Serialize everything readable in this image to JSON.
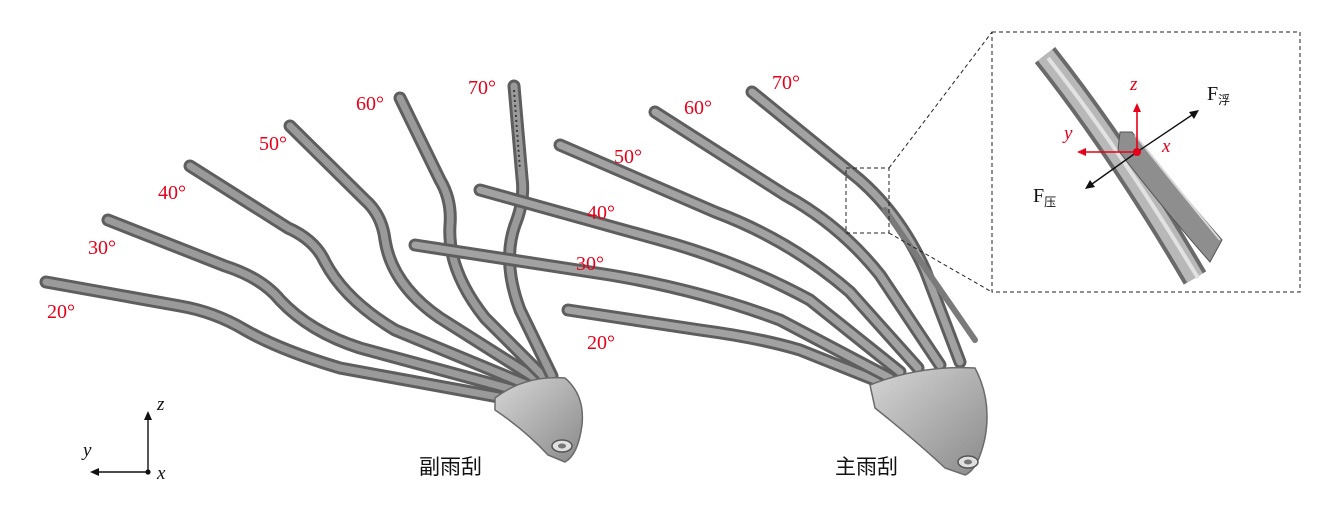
{
  "secondary_wiper": {
    "label": "副雨刮",
    "angles": [
      "20°",
      "30°",
      "40°",
      "50°",
      "60°",
      "70°"
    ]
  },
  "main_wiper": {
    "label": "主雨刮",
    "angles": [
      "20°",
      "30°",
      "40°",
      "50°",
      "60°",
      "70°"
    ]
  },
  "global_axes": {
    "z": "z",
    "y": "y",
    "x": "x"
  },
  "inset": {
    "axis_z": "z",
    "axis_y": "y",
    "axis_x": "x",
    "force_up": "F",
    "force_up_sub": "浮",
    "force_down": "F",
    "force_down_sub": "压"
  },
  "colors": {
    "angle_text": "#e8001a",
    "wiper_body": "#8c8c8c",
    "wiper_edge": "#5c5c5c",
    "highlight": "#c8c8c8"
  }
}
